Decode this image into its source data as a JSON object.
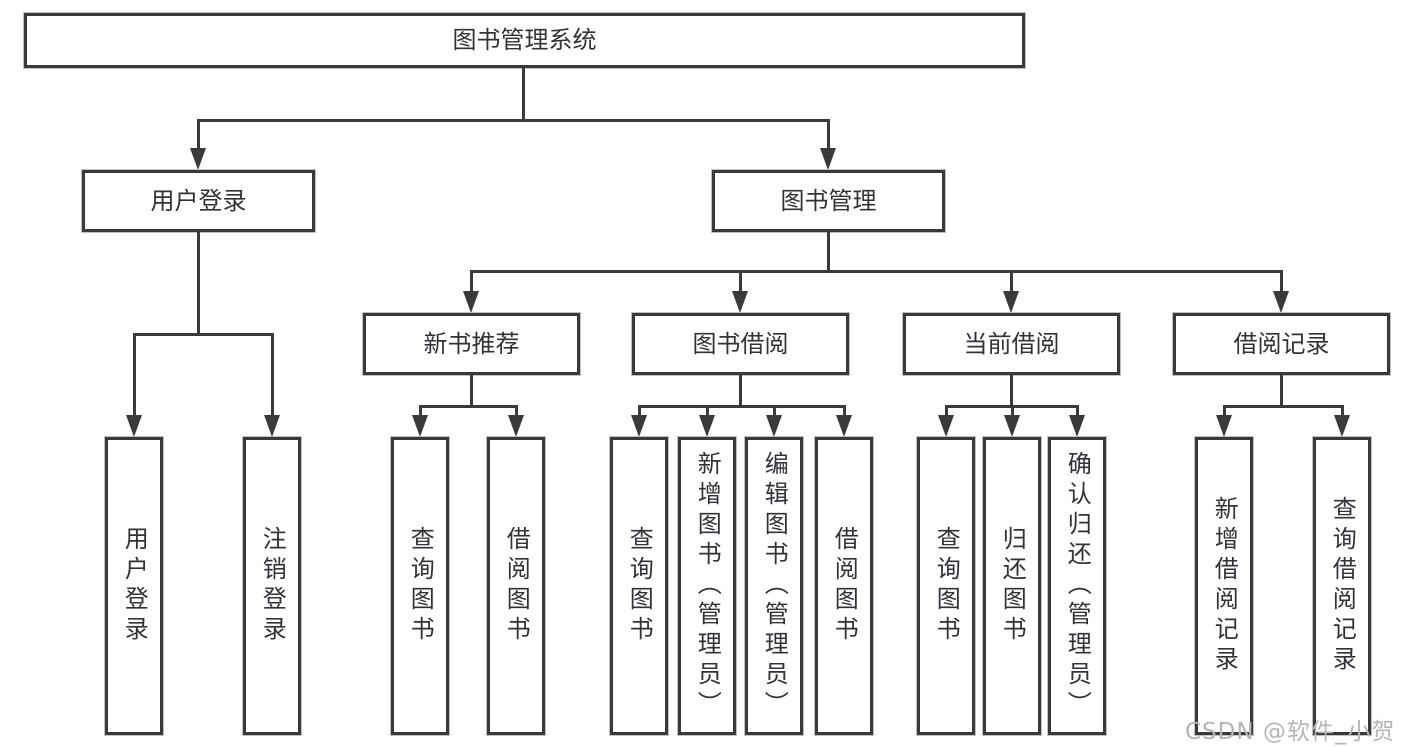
{
  "diagram": {
    "title": "图书管理系统",
    "level2": {
      "user_login": "用户登录",
      "book_mgmt": "图书管理"
    },
    "level3": {
      "new_book_rec": "新书推荐",
      "book_borrow": "图书借阅",
      "current_borrow": "当前借阅",
      "borrow_records": "借阅记录"
    },
    "leaves": {
      "user_login_leaf": "用户登录",
      "logout": "注销登录",
      "rec_query_book": "查询图书",
      "rec_borrow_book": "借阅图书",
      "bor_query_book": "查询图书",
      "bor_add_book": "新增图书（管理员）",
      "bor_edit_book": "编辑图书（管理员）",
      "bor_borrow_book": "借阅图书",
      "cur_query_book": "查询图书",
      "cur_return_book": "归还图书",
      "cur_confirm_return": "确认归还（管理员）",
      "log_add_record": "新增借阅记录",
      "log_query_record": "查询借阅记录"
    }
  },
  "watermark": "CSDN @软件_小贺同学",
  "colors": {
    "line": "#3a3a3a",
    "text": "#303338",
    "background": "#ffffff",
    "watermark": "#b5b5b5"
  }
}
